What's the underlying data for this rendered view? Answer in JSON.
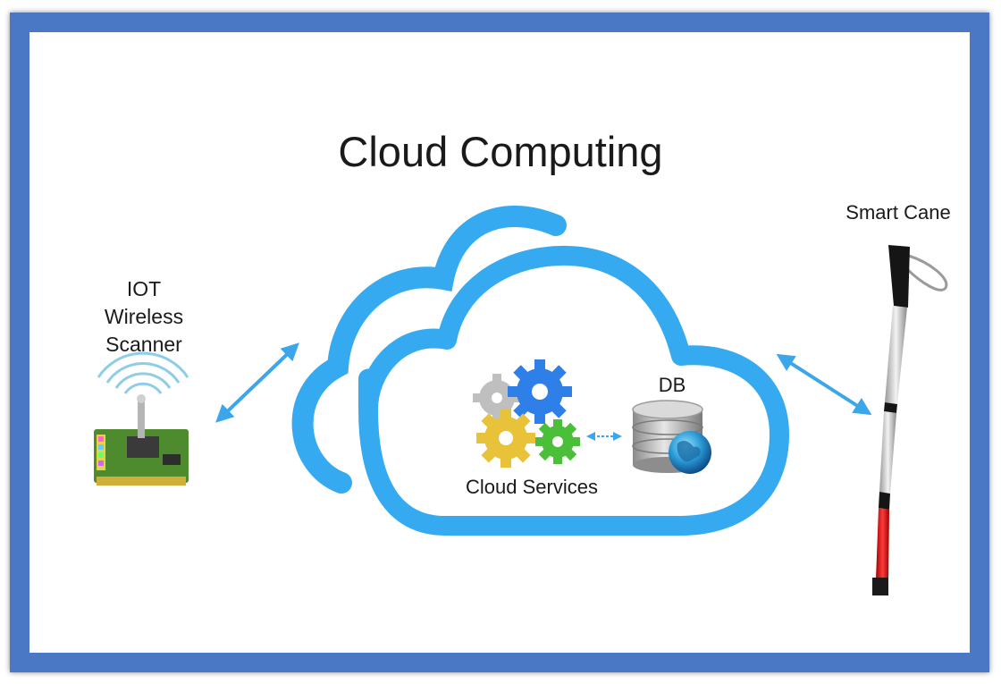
{
  "diagram": {
    "title": "Cloud Computing",
    "iot_label": [
      "IOT",
      "Wireless",
      "Scanner"
    ],
    "cane_label": "Smart Cane",
    "db_label": "DB",
    "services_label": "Cloud Services"
  },
  "colors": {
    "frame": "#4a78c4",
    "cloud": "#35aaf0",
    "arrow": "#3ba7ea",
    "text": "#1a1a1a"
  },
  "icons": [
    "wireless-scanner-icon",
    "gears-icon",
    "database-icon",
    "globe-icon",
    "smart-cane-icon"
  ]
}
